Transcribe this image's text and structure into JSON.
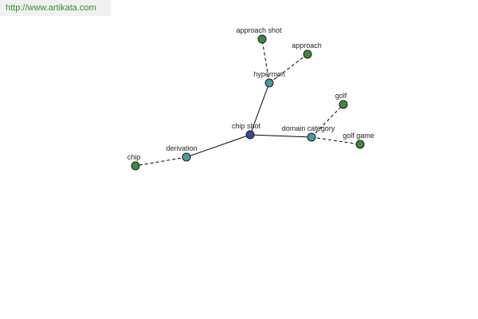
{
  "header": {
    "url": "http://www.artikata.com"
  },
  "graph": {
    "colors": {
      "center": "#3a4a9a",
      "relation": "#4a9a9a",
      "leaf": "#3d8a3d",
      "edge": "#000000",
      "url_text": "#2f8f2f"
    },
    "nodes": {
      "chip_shot": "chip shot",
      "hypernym": "hypernym",
      "approach_shot": "approach shot",
      "approach": "approach",
      "domain_category": "domain category",
      "golf": "golf",
      "golf_game": "golf game",
      "derivation": "derivation",
      "chip": "chip"
    }
  }
}
